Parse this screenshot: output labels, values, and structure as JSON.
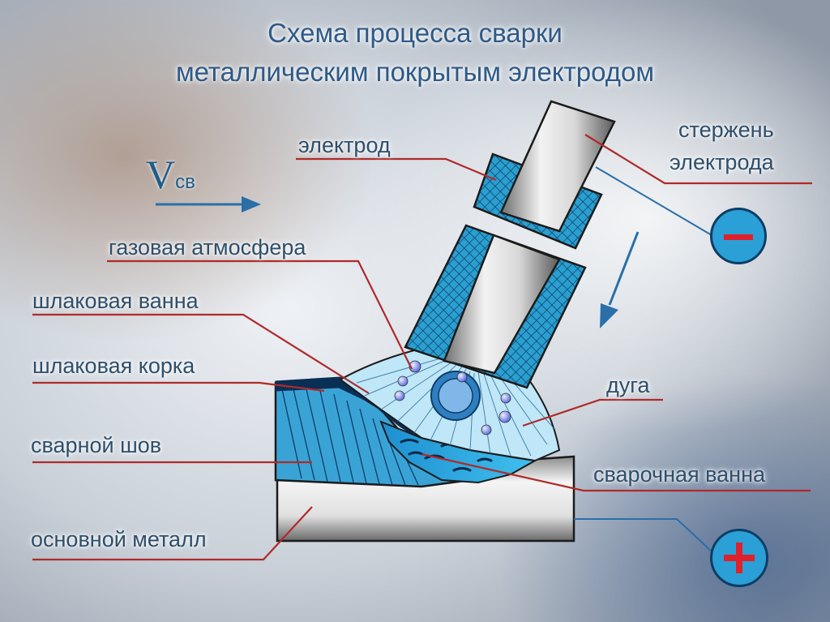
{
  "title": {
    "line1": "Схема процесса сварки",
    "line2": "металлическим покрытым электродом"
  },
  "velocity": {
    "symbol": "V",
    "subscript": "св"
  },
  "labels": {
    "electrode": "электрод",
    "rod": "стержень\nэлектрода",
    "gas": "газовая атмосфера",
    "slag_bath": "шлаковая ванна",
    "slag_crust": "шлаковая корка",
    "weld": "сварной шов",
    "base_metal": "основной металл",
    "arc": "дуга",
    "weld_pool": "сварочная ванна"
  },
  "polarity": {
    "negative": "−",
    "positive": "+"
  },
  "colors": {
    "label_text": "#2f4f6b",
    "title_text": "#2e5a88",
    "leader_line": "#b02a2a",
    "terminal_fill": "#2aa0d6",
    "arrow": "#2a6fa8"
  },
  "icons": {
    "negative": "minus-icon",
    "positive": "plus-icon"
  }
}
